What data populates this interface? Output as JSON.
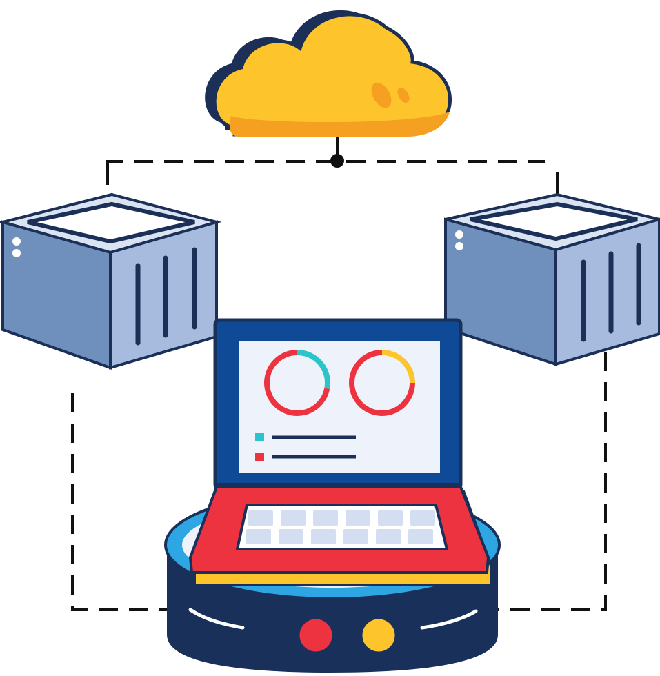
{
  "colors": {
    "outline": "#1b2f57",
    "cloud_fill": "#fdc42c",
    "cloud_shade": "#f5a020",
    "server_front": "#6f90bd",
    "server_side": "#a6bbdd",
    "server_top": "#d9e3f1",
    "screen": "#eef3fb",
    "bezel": "#0e4a95",
    "keyboard_red": "#ee3340",
    "key_light": "#d3dff0",
    "base_navy": "#19305a",
    "base_ring": "#2fa6e4",
    "accent_yellow": "#fdc42c",
    "accent_teal": "#2cc4c8",
    "accent_red": "#ee3340"
  },
  "icons": {
    "cloud": "cloud-icon",
    "server_left": "server-icon",
    "server_right": "server-icon",
    "laptop": "laptop-icon",
    "base": "hub-icon"
  },
  "dashboard": {
    "donut_left": {
      "main_fraction": 0.72,
      "accent_fraction": 0.28,
      "accent": "teal"
    },
    "donut_right": {
      "main_fraction": 0.75,
      "accent_fraction": 0.25,
      "accent": "yellow"
    },
    "legend_items": 2
  },
  "keyboard": {
    "rows": 2,
    "cols": 6
  }
}
